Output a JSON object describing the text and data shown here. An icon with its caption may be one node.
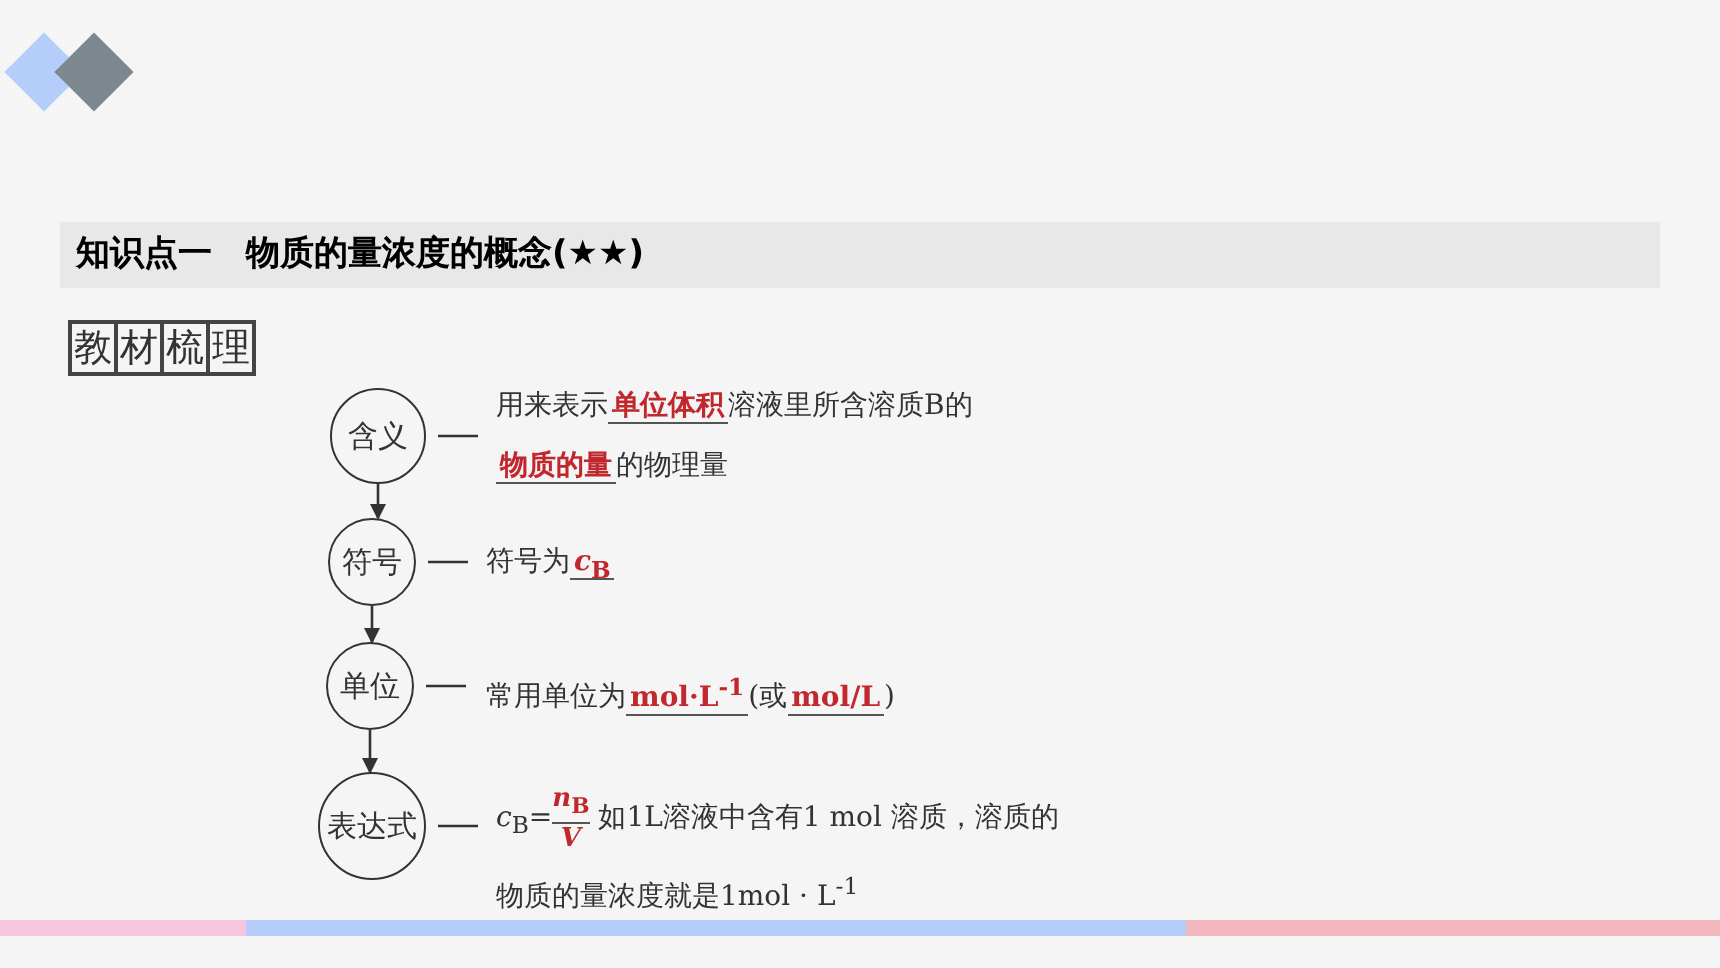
{
  "diagram": {
    "title": "知识点一　物质的量浓度的概念(★★)",
    "labels": [
      "教材梳理"
    ],
    "nodes": [
      {
        "text": [
          "含义"
        ]
      },
      {
        "text": [
          "符号"
        ]
      },
      {
        "text": [
          "单位"
        ]
      },
      {
        "text": [
          "表达式"
        ]
      },
      {
        "text": [
          "用来表示",
          "单位体积",
          "溶液里所含溶质B的",
          "物质的量",
          "的物理量"
        ]
      },
      {
        "text": [
          "符号为",
          "*c*$_{B}$"
        ]
      },
      {
        "text": [
          "常用单位为",
          "mol·L$^{-1}$",
          "(或",
          "mol/L",
          ")"
        ]
      },
      {
        "text": [
          "*c*$_{B}$=",
          "*n*$_{B}$",
          "*V*",
          "如1L溶液中含有1 mol 溶质，溶质的物质的量浓度就是1mol · L$^{-1}$"
        ]
      }
    ],
    "edges": [
      {
        "from": 0,
        "to": 1,
        "arrow": "to"
      },
      {
        "from": 1,
        "to": 2,
        "arrow": "to"
      },
      {
        "from": 2,
        "to": 3,
        "arrow": "to"
      },
      {
        "from": 0,
        "to": 4,
        "arrow": "none"
      },
      {
        "from": 1,
        "to": 5,
        "arrow": "none"
      },
      {
        "from": 2,
        "to": 6,
        "arrow": "none"
      },
      {
        "from": 3,
        "to": 7,
        "arrow": "none"
      }
    ]
  }
}
